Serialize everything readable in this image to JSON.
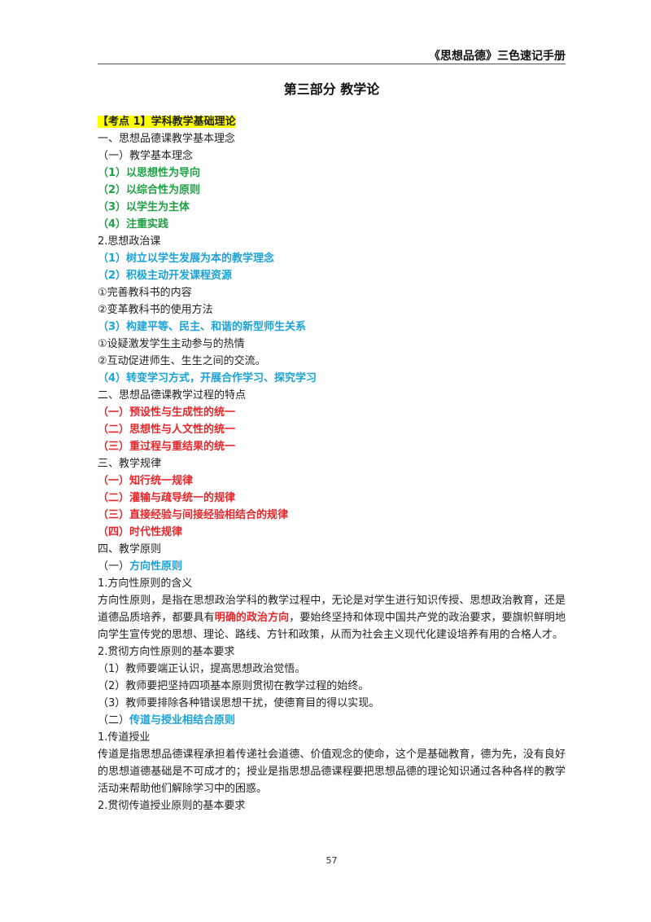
{
  "header": {
    "text": "《思想品德》三色速记手册"
  },
  "title": "第三部分  教学论",
  "lines": [
    {
      "text": "【考点 1】学科教学基础理论",
      "style": "hl"
    },
    {
      "text": "一、思想品德课教学基本理念",
      "style": "normal"
    },
    {
      "text": "（一）教学基本理念",
      "style": "normal"
    },
    {
      "text": "（1）以思想性为导向",
      "style": "green"
    },
    {
      "text": "（2）以综合性为原则",
      "style": "green"
    },
    {
      "text": "（3）以学生为主体",
      "style": "green"
    },
    {
      "text": "（4）注重实践",
      "style": "green"
    },
    {
      "text": "2.思想政治课",
      "style": "normal"
    },
    {
      "text": "（1）树立以学生发展为本的教学理念",
      "style": "blue"
    },
    {
      "text": "（2）积极主动开发课程资源",
      "style": "blue"
    },
    {
      "text": "①完善教科书的内容",
      "style": "normal"
    },
    {
      "text": "②变革教科书的使用方法",
      "style": "normal"
    },
    {
      "text": "（3）构建平等、民主、和谐的新型师生关系",
      "style": "blue"
    },
    {
      "text": "①设疑激发学生主动参与的热情",
      "style": "normal"
    },
    {
      "text": "②互动促进师生、生生之间的交流。",
      "style": "normal"
    },
    {
      "text": "（4）转变学习方式，开展合作学习、探究学习",
      "style": "blue"
    },
    {
      "text": "二、思想品德课教学过程的特点",
      "style": "normal"
    },
    {
      "text": "（一）预设性与生成性的统一",
      "style": "red"
    },
    {
      "text": "（二）思想性与人文性的统一",
      "style": "red"
    },
    {
      "text": "（三）重过程与重结果的统一",
      "style": "red"
    },
    {
      "text": "三、教学规律",
      "style": "normal"
    },
    {
      "text": "（一）知行统一规律",
      "style": "red"
    },
    {
      "text": "（二）灌输与疏导统一的规律",
      "style": "red"
    },
    {
      "text": "（三）直接经验与间接经验相结合的规律",
      "style": "red"
    },
    {
      "text": "（四）时代性规律",
      "style": "red"
    },
    {
      "text": "四、教学原则",
      "style": "normal"
    },
    {
      "text": "（一）方向性原则",
      "style": "blue-sub"
    },
    {
      "text": "1.方向性原则的含义",
      "style": "normal"
    }
  ],
  "para1": {
    "before": "方向性原则，是指在思想政治学科的教学过程中，无论是对学生进行知识传授、思想政治教育，还是道德品质培养，都要具有",
    "highlight": "明确的政治方向",
    "after": "，要始终坚持和体现中国共产党的政治要求，要旗帜鲜明地向学生宣传党的思想、理论、路线、方针和政策，从而为社会主义现代化建设培养有用的合格人才。"
  },
  "lines2": [
    {
      "text": "2.贯彻方向性原则的基本要求",
      "style": "normal"
    },
    {
      "text": "（1）教师要端正认识，提高思想政治觉悟。",
      "style": "normal"
    },
    {
      "text": "（2）教师要把坚持四项基本原则贯彻在教学过程的始终。",
      "style": "normal"
    },
    {
      "text": "（3）教师要排除各种错误思想干扰，使德育目的得以实现。",
      "style": "normal"
    },
    {
      "text": "（二）传道与授业相结合原则",
      "style": "blue-sub"
    },
    {
      "text": "1.传道授业",
      "style": "normal"
    }
  ],
  "para2": "传道是指思想品德课程承担着传递社会道德、价值观念的使命，这个是基础教育，德为先，没有良好的思想道德基础是不可成才的；授业是指思想品德课程要把思想品德的理论知识通过各种各样的教学活动来帮助他们解除学习中的困惑。",
  "lines3": [
    {
      "text": "2.贯彻传道授业原则的基本要求",
      "style": "normal"
    }
  ],
  "page_number": "57"
}
